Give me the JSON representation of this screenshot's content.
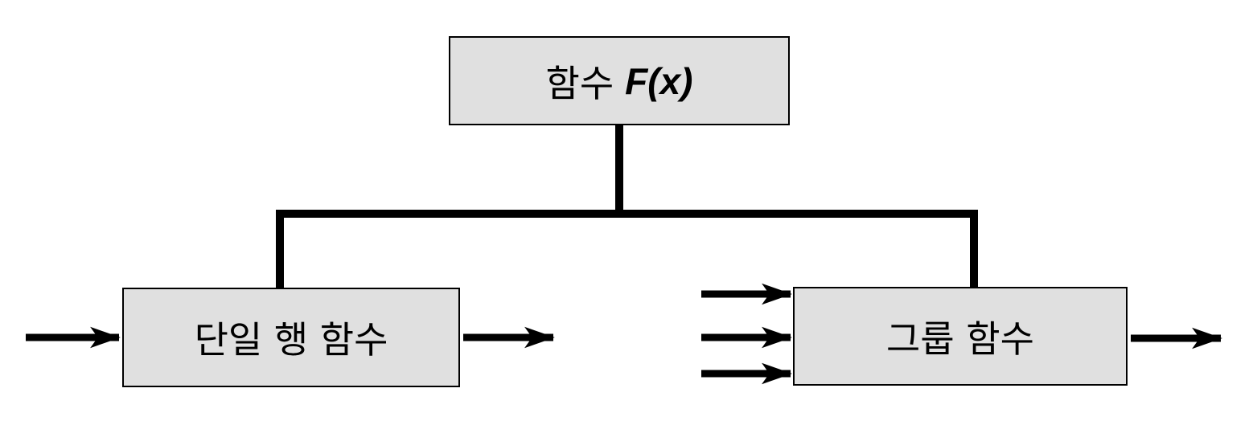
{
  "diagram": {
    "root": {
      "label": "함수",
      "formula": "F(x)"
    },
    "children": [
      {
        "id": "single",
        "label": "단일 행 함수",
        "inputs": 1,
        "outputs": 1
      },
      {
        "id": "group",
        "label": "그룹 함수",
        "inputs": 3,
        "outputs": 1
      }
    ],
    "colors": {
      "box_fill": "#e0e0e0",
      "line": "#000000"
    }
  }
}
